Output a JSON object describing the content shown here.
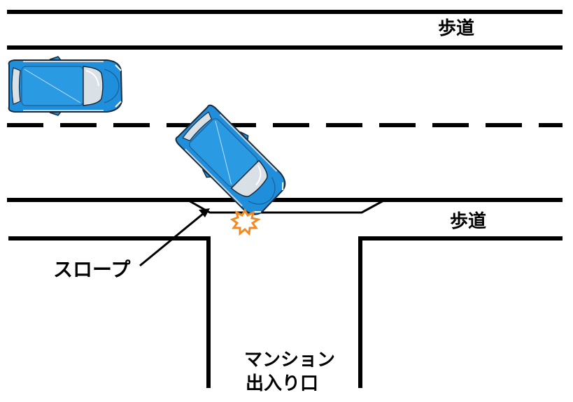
{
  "labels": {
    "sidewalk_top": "歩道",
    "sidewalk_bottom": "歩道",
    "slope": "スロープ",
    "entrance_line1": "マンション",
    "entrance_line2": "出入り口"
  },
  "colors": {
    "line": "#000000",
    "car_body": "#1f8fdb",
    "car_roof": "#2a9be3",
    "car_glass": "#d9e0e6",
    "car_outline": "#1a2a3a",
    "impact": "#f08a24"
  },
  "icons": {
    "car_left": "car-topview-icon",
    "car_turning": "car-topview-icon",
    "impact": "collision-burst-icon"
  }
}
